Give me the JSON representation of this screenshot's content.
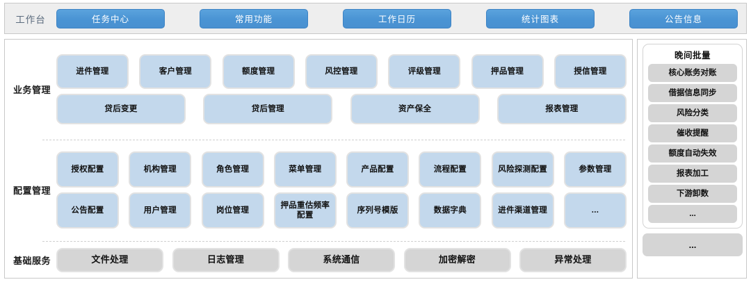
{
  "header": {
    "title": "工作台",
    "tabs": [
      {
        "label": "任务中心"
      },
      {
        "label": "常用功能"
      },
      {
        "label": "工作日历"
      },
      {
        "label": "统计图表"
      },
      {
        "label": "公告信息"
      }
    ]
  },
  "sections": {
    "business": {
      "label": "业务管理",
      "row1": [
        {
          "label": "进件管理"
        },
        {
          "label": "客户管理"
        },
        {
          "label": "额度管理"
        },
        {
          "label": "风控管理"
        },
        {
          "label": "评级管理"
        },
        {
          "label": "押品管理"
        },
        {
          "label": "授信管理"
        }
      ],
      "row2": [
        {
          "label": "贷后变更"
        },
        {
          "label": "贷后管理"
        },
        {
          "label": "资产保全"
        },
        {
          "label": "报表管理"
        }
      ]
    },
    "config": {
      "label": "配置管理",
      "row1": [
        {
          "label": "授权配置"
        },
        {
          "label": "机构管理"
        },
        {
          "label": "角色管理"
        },
        {
          "label": "菜单管理"
        },
        {
          "label": "产品配置"
        },
        {
          "label": "流程配置"
        },
        {
          "label": "风险探测配置"
        },
        {
          "label": "参数管理"
        }
      ],
      "row2": [
        {
          "label": "公告配置"
        },
        {
          "label": "用户管理"
        },
        {
          "label": "岗位管理"
        },
        {
          "label": "押品重估频率配置"
        },
        {
          "label": "序列号模版"
        },
        {
          "label": "数据字典"
        },
        {
          "label": "进件渠道管理"
        },
        {
          "label": "..."
        }
      ]
    },
    "basic": {
      "label": "基础服务",
      "items": [
        {
          "label": "文件处理"
        },
        {
          "label": "日志管理"
        },
        {
          "label": "系统通信"
        },
        {
          "label": "加密解密"
        },
        {
          "label": "异常处理"
        }
      ]
    }
  },
  "right_panel": {
    "batch": {
      "title": "晚间批量",
      "items": [
        {
          "label": "核心账务对账"
        },
        {
          "label": "借据信息同步"
        },
        {
          "label": "风险分类"
        },
        {
          "label": "催收提醒"
        },
        {
          "label": "额度自动失效"
        },
        {
          "label": "报表加工"
        },
        {
          "label": "下游卸数"
        },
        {
          "label": "..."
        }
      ]
    },
    "more_label": "..."
  },
  "colors": {
    "header_bg": "#eeeeee",
    "tab_blue": "#4a90d0",
    "card_blue": "#c3d8ec",
    "card_grey": "#d5d5d5",
    "border_grey": "#c8c8c8"
  }
}
